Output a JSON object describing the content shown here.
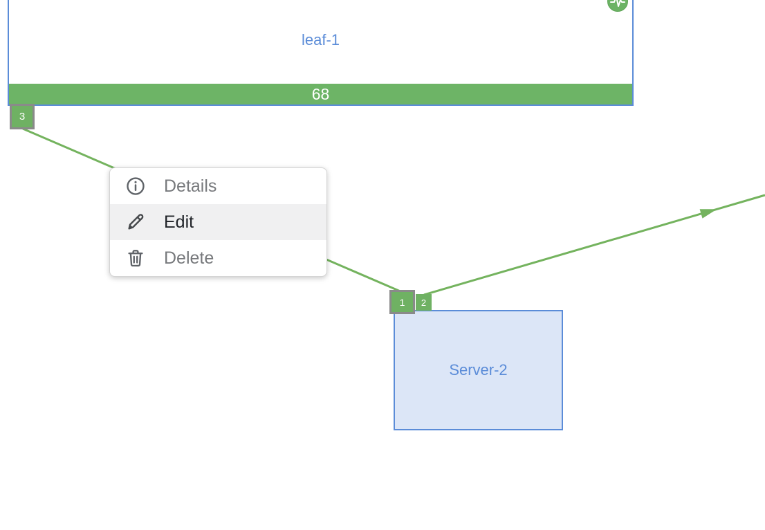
{
  "canvas": {
    "background_color": "#ffffff"
  },
  "nodes": {
    "leaf1": {
      "label": "leaf-1",
      "stat_bar_value": "68",
      "port": "3"
    },
    "server2": {
      "label": "Server-2",
      "ports": {
        "port1": "1",
        "port2": "2"
      }
    }
  },
  "context_menu": {
    "items": [
      {
        "label": "Details",
        "icon": "info-icon",
        "highlighted": false
      },
      {
        "label": "Edit",
        "icon": "pencil-icon",
        "highlighted": true
      },
      {
        "label": "Delete",
        "icon": "trash-icon",
        "highlighted": false
      }
    ]
  },
  "colors": {
    "node_border_blue": "#5b8cd8",
    "node_label_blue": "#5b8cd8",
    "server_fill_blue": "#dce6f7",
    "edge_green": "#74b35e",
    "stat_bar_green": "#6db466",
    "port_badge_green": "#6fb163",
    "port_badge_border_gray": "#8a8a8a",
    "menu_text_gray": "#77797c",
    "menu_text_active": "#202328",
    "menu_highlight_bg": "#f0f0f1"
  }
}
